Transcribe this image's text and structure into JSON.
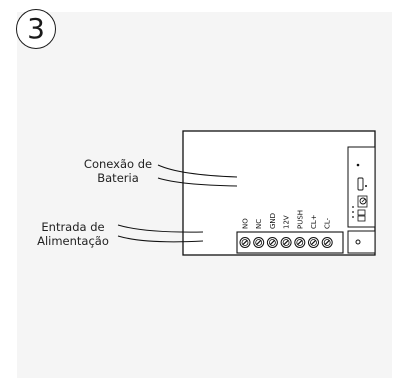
{
  "step": {
    "number": "3"
  },
  "labels": {
    "battery": [
      "Conexão de",
      "Bateria"
    ],
    "power": [
      "Entrada de",
      "Alimentação"
    ]
  },
  "terminals": [
    "NO",
    "NC",
    "GND",
    "12V",
    "PUSH",
    "CL+",
    "CL-"
  ]
}
